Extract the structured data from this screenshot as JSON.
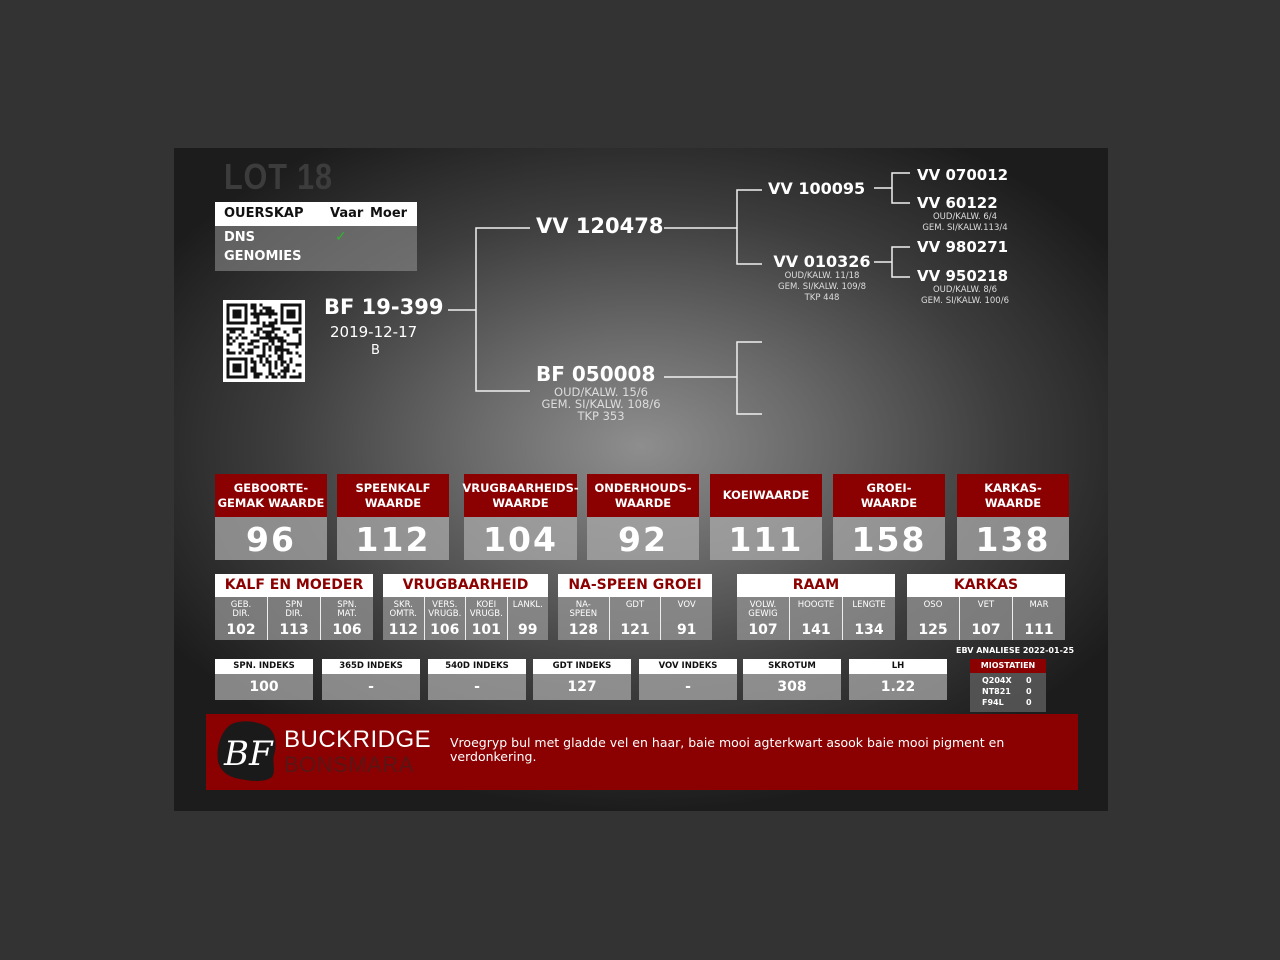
{
  "lot": "LOT 18",
  "ouerskap": {
    "title": "OUERSKAP",
    "col_vaar": "Vaar",
    "col_moer": "Moer",
    "rows": [
      "DNS",
      "GENOMIES"
    ],
    "check": "✓"
  },
  "bull": {
    "id": "BF 19-399",
    "date": "2019-12-17",
    "code": "B"
  },
  "pedigree": {
    "sire": {
      "name": "VV 120478"
    },
    "dam": {
      "name": "BF 050008",
      "lines": [
        "OUD/KALW. 15/6",
        "GEM. SI/KALW. 108/6",
        "TKP 353"
      ]
    },
    "ss": {
      "name": "VV 100095"
    },
    "sd": {
      "name": "VV 010326",
      "lines": [
        "OUD/KALW. 11/18",
        "GEM. SI/KALW. 109/8",
        "TKP 448"
      ]
    },
    "sss": {
      "name": "VV 070012"
    },
    "ssd": {
      "name": "VV 60122",
      "lines": [
        "OUD/KALW. 6/4",
        "GEM. SI/KALW.113/4"
      ]
    },
    "sds": {
      "name": "VV 980271"
    },
    "sdd": {
      "name": "VV 950218",
      "lines": [
        "OUD/KALW. 8/6",
        "GEM. SI/KALW. 100/6"
      ]
    }
  },
  "values": [
    {
      "label1": "GEBOORTE-",
      "label2": "GEMAK WAARDE",
      "value": "96"
    },
    {
      "label1": "SPEENKALF",
      "label2": "WAARDE",
      "value": "112"
    },
    {
      "label1": "VRUGBAARHEIDS-",
      "label2": "WAARDE",
      "value": "104"
    },
    {
      "label1": "ONDERHOUDS-",
      "label2": "WAARDE",
      "value": "92"
    },
    {
      "label1": "KOEIWAARDE",
      "label2": "",
      "value": "111"
    },
    {
      "label1": "GROEI-",
      "label2": "WAARDE",
      "value": "158"
    },
    {
      "label1": "KARKAS-",
      "label2": "WAARDE",
      "value": "138"
    }
  ],
  "groups": [
    {
      "title": "KALF EN MOEDER",
      "items": [
        {
          "l1": "GEB.",
          "l2": "DIR.",
          "v": "102"
        },
        {
          "l1": "SPN",
          "l2": "DIR.",
          "v": "113"
        },
        {
          "l1": "SPN.",
          "l2": "MAT.",
          "v": "106"
        }
      ]
    },
    {
      "title": "VRUGBAARHEID",
      "items": [
        {
          "l1": "SKR.",
          "l2": "OMTR.",
          "v": "112"
        },
        {
          "l1": "VERS.",
          "l2": "VRUGB.",
          "v": "106"
        },
        {
          "l1": "KOEI",
          "l2": "VRUGB.",
          "v": "101"
        },
        {
          "l1": "LANKL.",
          "l2": "",
          "v": "99"
        }
      ]
    },
    {
      "title": "NA-SPEEN GROEI",
      "items": [
        {
          "l1": "NA-",
          "l2": "SPEEN",
          "v": "128"
        },
        {
          "l1": "GDT",
          "l2": "",
          "v": "121"
        },
        {
          "l1": "VOV",
          "l2": "",
          "v": "91"
        }
      ]
    },
    {
      "title": "RAAM",
      "items": [
        {
          "l1": "VOLW.",
          "l2": "GEWIG",
          "v": "107"
        },
        {
          "l1": "HOOGTE",
          "l2": "",
          "v": "141"
        },
        {
          "l1": "LENGTE",
          "l2": "",
          "v": "134"
        }
      ]
    },
    {
      "title": "KARKAS",
      "items": [
        {
          "l1": "OSO",
          "l2": "",
          "v": "125"
        },
        {
          "l1": "VET",
          "l2": "",
          "v": "107"
        },
        {
          "l1": "MAR",
          "l2": "",
          "v": "111"
        }
      ]
    }
  ],
  "indexes": [
    {
      "label": "SPN. INDEKS",
      "value": "100"
    },
    {
      "label": "365D INDEKS",
      "value": "-"
    },
    {
      "label": "540D INDEKS",
      "value": "-"
    },
    {
      "label": "GDT INDEKS",
      "value": "127"
    },
    {
      "label": "VOV INDEKS",
      "value": "-"
    },
    {
      "label": "SKROTUM",
      "value": "308"
    },
    {
      "label": "LH",
      "value": "1.22"
    }
  ],
  "ebv_date": "EBV ANALIESE 2022-01-25",
  "miostatien": {
    "title": "MIOSTATIEN",
    "rows": [
      {
        "code": "Q204X",
        "value": "0"
      },
      {
        "code": "NT821",
        "value": "0"
      },
      {
        "code": "F94L",
        "value": "0"
      }
    ]
  },
  "banner": {
    "logo_text": "BF",
    "brand1": "BUCKRIDGE",
    "brand2": "BONSMARA",
    "description": "Vroegryp bul met gladde vel en haar, baie mooi agterkwart asook baie mooi pigment en verdonkering."
  },
  "colors": {
    "accent_red": "#8b0000",
    "background": "#333333"
  }
}
